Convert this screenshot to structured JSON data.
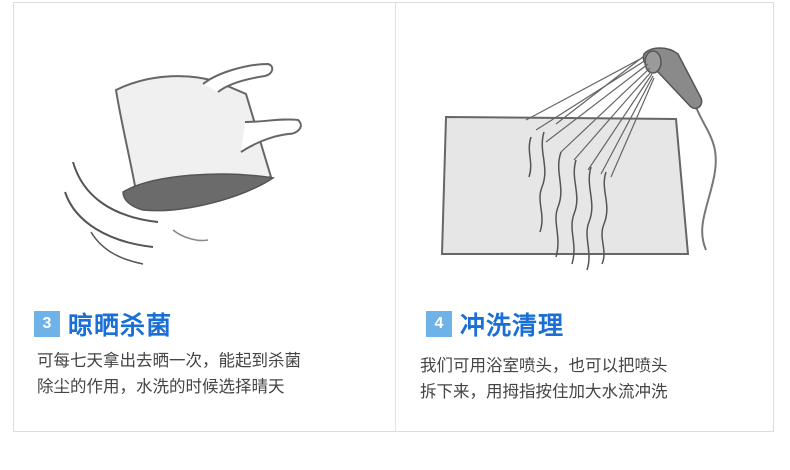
{
  "steps": [
    {
      "number": "3",
      "title": "晾晒杀菌",
      "lines": [
        "可每七天拿出去晒一次，能起到杀菌",
        "除尘的作用，水洗的时候选择晴天"
      ],
      "illustration_icon": "drying-mask-icon"
    },
    {
      "number": "4",
      "title": "冲洗清理",
      "lines": [
        "我们可用浴室喷头，也可以把喷头",
        "拆下来，用拇指按住加大水流冲洗"
      ],
      "illustration_icon": "shower-rinse-icon"
    }
  ],
  "colors": {
    "badge": "#6fb2e8",
    "title": "#1a6fd6",
    "text": "#444444",
    "border": "#dcdcdc"
  }
}
